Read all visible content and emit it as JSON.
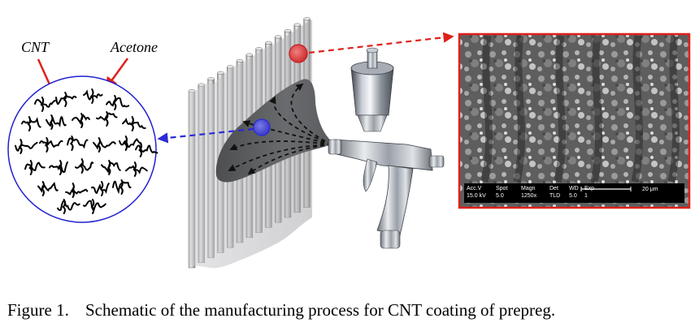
{
  "labels": {
    "cnt": "CNT",
    "acetone": "Acetone"
  },
  "sem_image": {
    "row1": [
      "Acc.V",
      "Spot",
      "Magn",
      "Det",
      "WD",
      "Exp"
    ],
    "row2": [
      "15.0 kV",
      "5.0",
      "1250x",
      "TLD",
      "5.0",
      "1"
    ],
    "scale_bar": "20 μm"
  },
  "caption": {
    "number": "Figure 1.",
    "text": "Schematic of the manufacturing process for CNT coating of prepreg."
  },
  "colors": {
    "circle_border": "#1f1fd0",
    "red_arrow": "#e0201a",
    "blue_arrow": "#2a2ad8",
    "sem_border": "#e0201a",
    "spray_cone": "#58595b"
  }
}
